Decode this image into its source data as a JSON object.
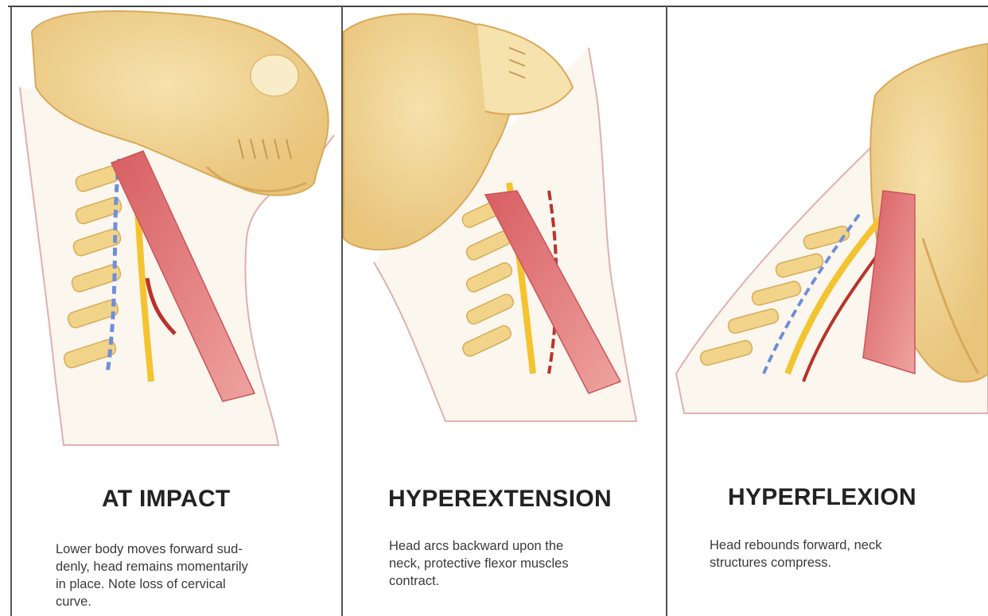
{
  "panels": [
    {
      "title": "AT IMPACT",
      "caption_lines": [
        "Lower body moves forward sud-",
        "denly, head remains momentarily",
        "in place. Note loss of cervical",
        "curve."
      ]
    },
    {
      "title": "HYPEREXTENSION",
      "caption_lines": [
        "Head arcs backward upon the",
        "neck, protective flexor muscles",
        "contract."
      ]
    },
    {
      "title": "HYPERFLEXION",
      "caption_lines": [
        "Head rebounds forward, neck",
        "structures compress."
      ]
    }
  ],
  "colors": {
    "bone": "#f3d99a",
    "bone_shadow": "#e2b86a",
    "muscle": "#e07a7a",
    "nerve": "#f4c430",
    "vessel": "#b8332b",
    "vein": "#6f8fd6",
    "divider": "#555555"
  }
}
